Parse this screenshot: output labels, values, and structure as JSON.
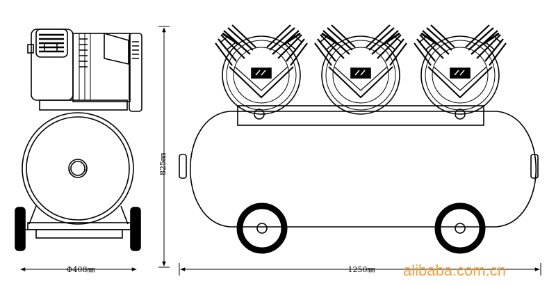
{
  "dimensions": {
    "diameter": "Φ408㎜",
    "height": "825㎜",
    "length": "1250㎜"
  },
  "watermark": "alibaba.com.cn",
  "colors": {
    "line": "#000000",
    "watermark": "#f2a03a",
    "background": "#ffffff"
  }
}
